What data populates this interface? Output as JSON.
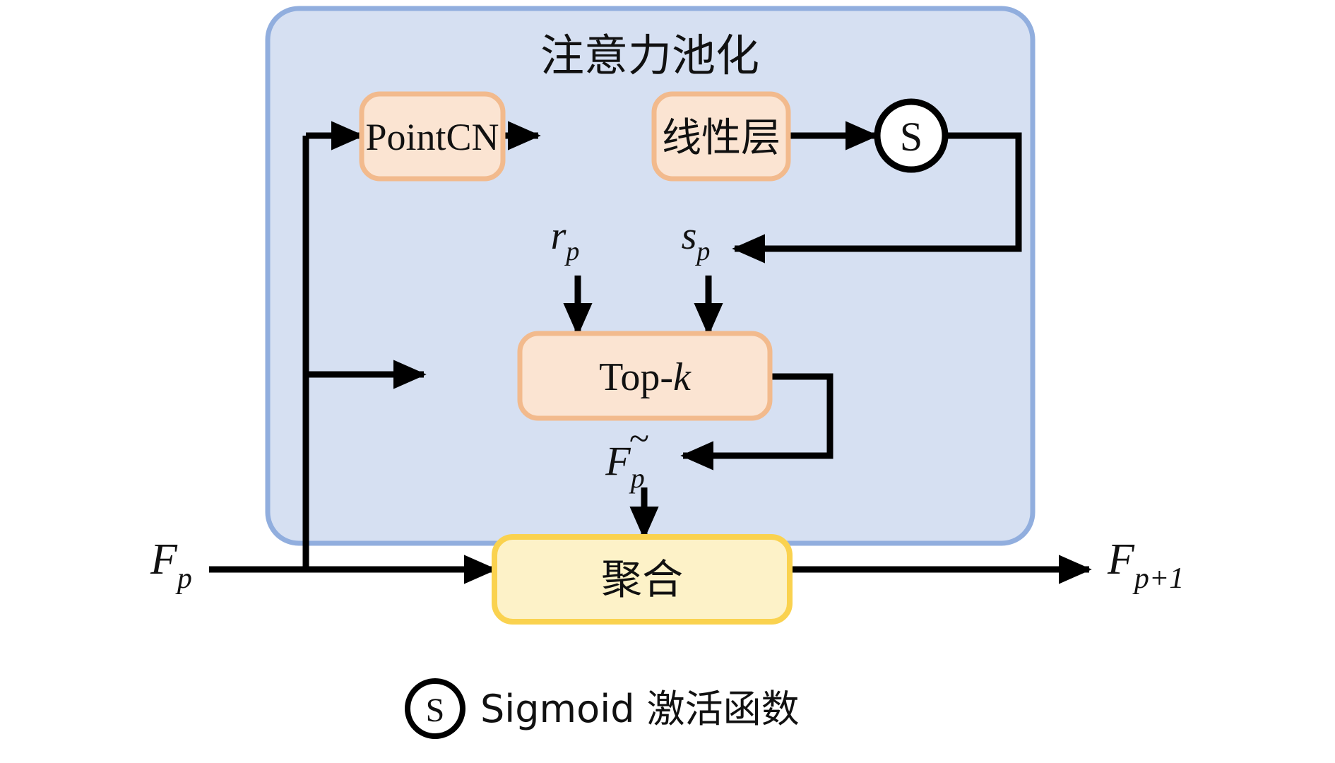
{
  "figure": {
    "title": "注意力池化",
    "container_fill": "#d6e0f2",
    "container_stroke": "#91aede",
    "background": "#ffffff",
    "line_color": "#000000"
  },
  "nodes": {
    "pointcn": {
      "label": "PointCN",
      "fill": "#fbe4d2",
      "stroke": "#f2ba8d"
    },
    "linear": {
      "label": "线性层",
      "fill": "#fbe4d2",
      "stroke": "#f2ba8d"
    },
    "sigmoid": {
      "label": "S",
      "fill": "#ffffff",
      "stroke": "#000000"
    },
    "topk": {
      "label_main": "Top-",
      "label_italic": "k",
      "fill": "#fbe4d2",
      "stroke": "#f2ba8d"
    },
    "aggregate": {
      "label": "聚合",
      "fill": "#fdf2c8",
      "stroke": "#fad24f"
    }
  },
  "labels": {
    "input": {
      "base": "F",
      "sub": "p"
    },
    "output": {
      "base": "F",
      "sub": "p+1"
    },
    "r_p": {
      "base": "r",
      "sub": "p"
    },
    "s_p": {
      "base": "s",
      "sub": "p"
    },
    "f_tilde_p": {
      "base": "F",
      "sub": "p",
      "accent": "~"
    }
  },
  "legend": {
    "symbol": "S",
    "text": "Sigmoid 激活函数"
  }
}
